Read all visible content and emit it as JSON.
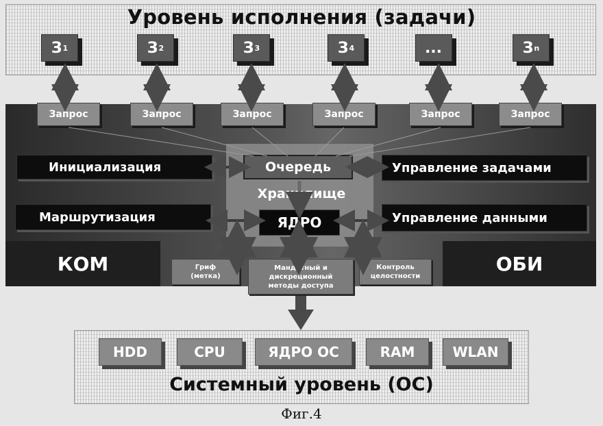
{
  "execution_level": {
    "title": "Уровень исполнения (задачи)",
    "tasks": [
      {
        "letter": "З",
        "sub": "1"
      },
      {
        "letter": "З",
        "sub": "2"
      },
      {
        "letter": "З",
        "sub": "3"
      },
      {
        "letter": "З",
        "sub": "4"
      },
      {
        "letter": "...",
        "sub": ""
      },
      {
        "letter": "З",
        "sub": "n"
      }
    ]
  },
  "requests": [
    "Запрос",
    "Запрос",
    "Запрос",
    "Запрос",
    "Запрос",
    "Запрос"
  ],
  "core": {
    "initialization": "Инициализация",
    "queue": "Очередь",
    "task_management": "Управление задачами",
    "storage": "Хранилище",
    "routing": "Маршрутизация",
    "kernel": "ЯДРО",
    "data_management": "Управление данными"
  },
  "side_blocks": {
    "kom": "КОМ",
    "obi": "ОБИ"
  },
  "mechanisms": {
    "label": {
      "line1": "Гриф",
      "line2": "(метка)"
    },
    "access": {
      "line1": "Мандатный и",
      "line2": "дискреционный",
      "line3": "методы доступа"
    },
    "integrity": {
      "line1": "Контроль",
      "line2": "целостности"
    }
  },
  "system_level": {
    "title": "Системный уровень (ОС)",
    "components": [
      "HDD",
      "CPU",
      "ЯДРО ОС",
      "RAM",
      "WLAN"
    ]
  },
  "caption": "Фиг.4",
  "colors": {
    "dark": "#0d0d0d",
    "mid": "#8c8c8c",
    "arrow": "#5a5a5a"
  }
}
